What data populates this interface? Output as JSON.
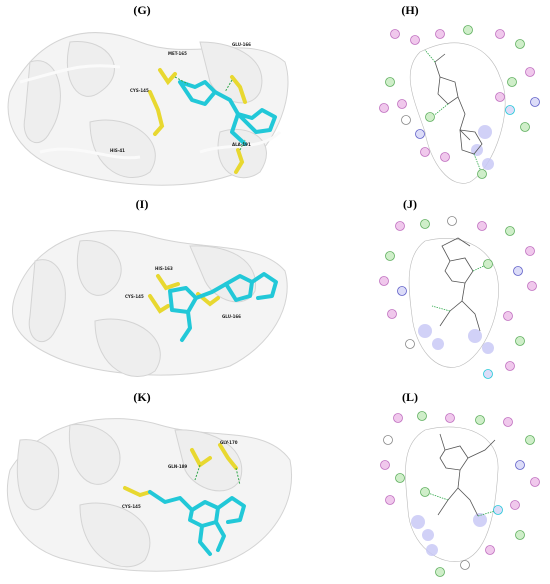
{
  "panels": [
    {
      "label": "(G)",
      "residues": [
        "MET-165",
        "GLU-166",
        "CYS-145",
        "HIS-41",
        "ALA-191"
      ]
    },
    {
      "label": "(H)"
    },
    {
      "label": "(I)",
      "residues": [
        "HIS-163",
        "CYS-145",
        "GLU-166"
      ]
    },
    {
      "label": "(J)"
    },
    {
      "label": "(K)",
      "residues": [
        "GLN-189",
        "GLY-170",
        "CYS-145"
      ]
    },
    {
      "label": "(L)"
    }
  ],
  "colors": {
    "ligand": "#22c8d8",
    "residue": "#e8d830",
    "ribbon": "#e9e9e9",
    "hbond": "#2fa84a",
    "hydrophobic": "#8f8fe8",
    "polar_fill": "#f0c8ec",
    "polar_stroke": "#c070c0",
    "neg_fill": "#cfeec9",
    "neg_stroke": "#60b060",
    "pos_fill": "#dcdcf8",
    "pos_stroke": "#6060c8"
  }
}
